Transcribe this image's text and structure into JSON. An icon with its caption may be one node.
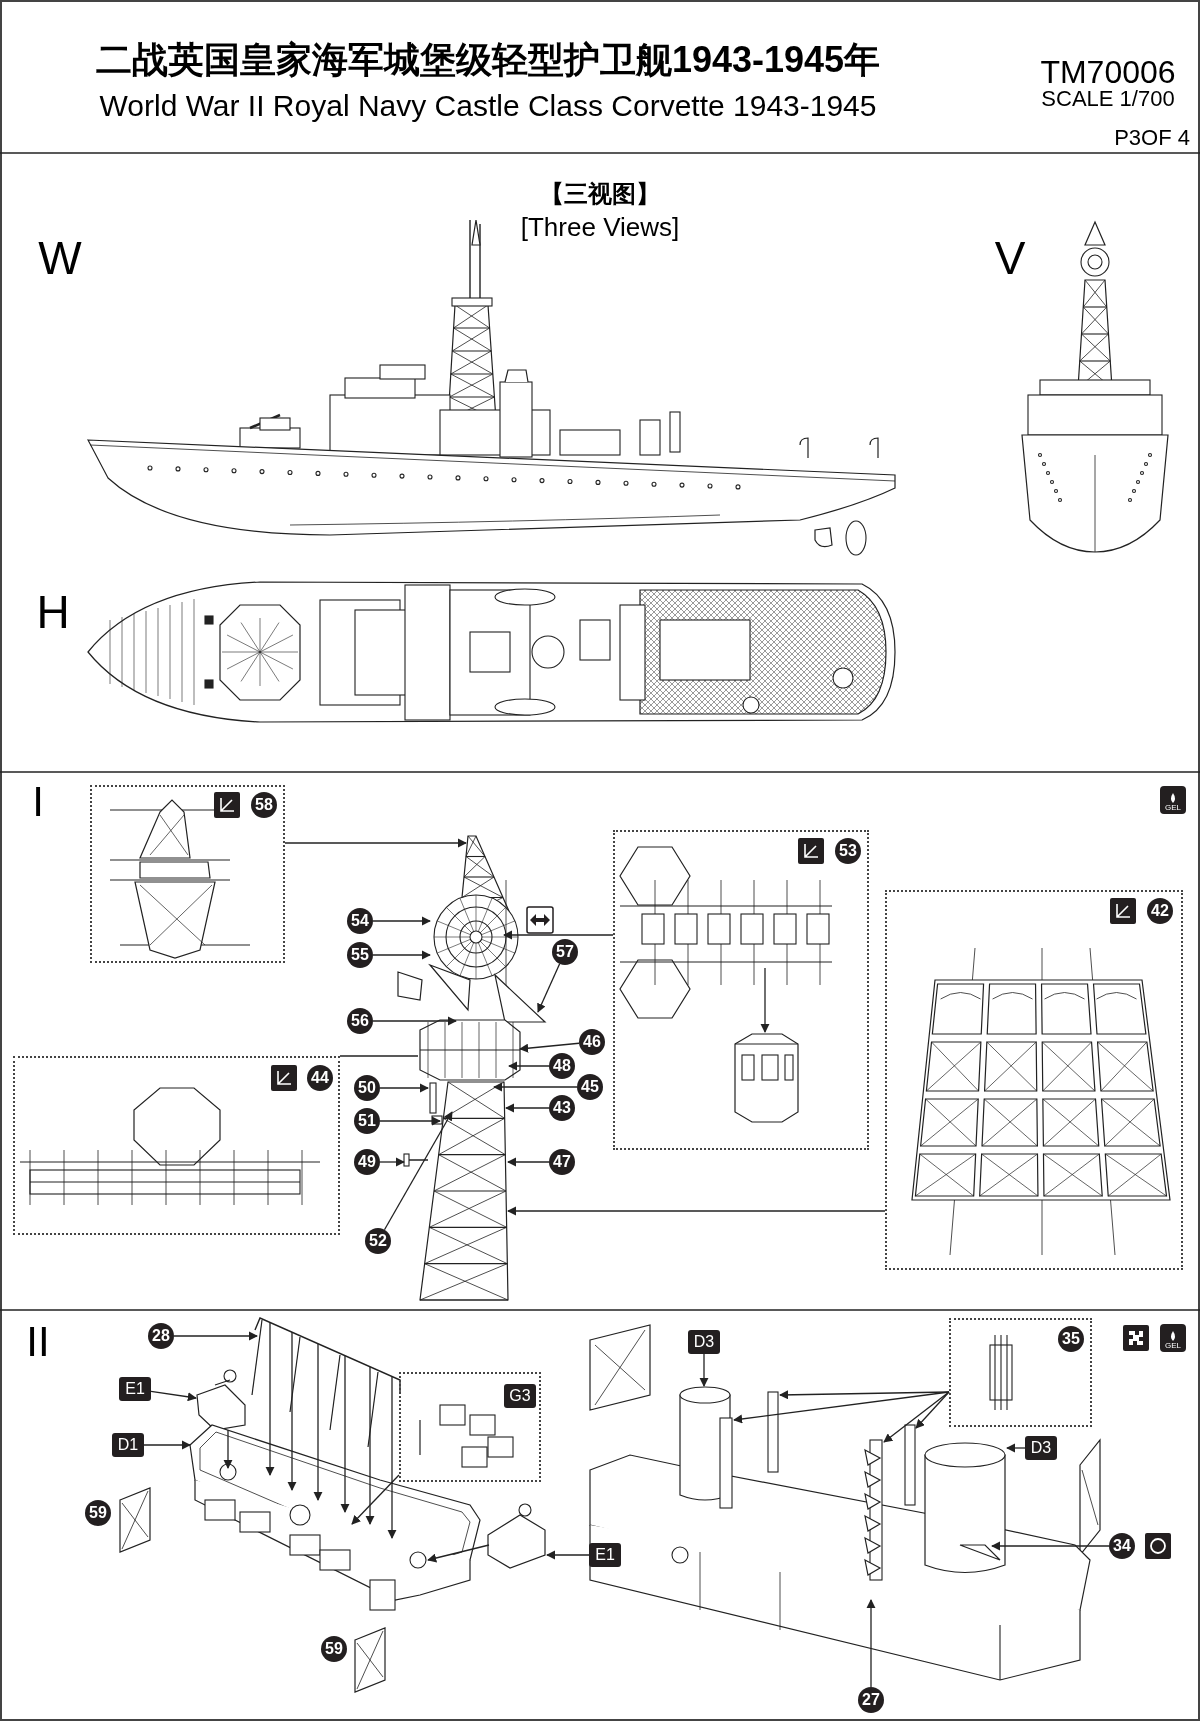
{
  "diagram": {
    "title": "二战英国皇家海军城堡级轻型护卫舰1943-1945年",
    "nodes": [
      {
        "text": [
          "58"
        ]
      },
      {
        "text": [
          "54"
        ]
      },
      {
        "text": [
          "55"
        ]
      },
      {
        "text": [],
        "shape": "box"
      },
      {
        "text": [],
        "shape": "picture",
        "in": 3
      },
      {
        "text": [],
        "shape": "picture",
        "in": 3
      },
      {
        "text": [
          "57"
        ]
      },
      {
        "text": [
          "42"
        ]
      },
      {
        "text": [
          "56"
        ]
      },
      {
        "text": [
          "46"
        ]
      },
      {
        "text": [
          "44"
        ]
      },
      {
        "text": [
          "48"
        ]
      },
      {
        "text": [
          "50"
        ]
      },
      {
        "text": [
          "45"
        ]
      },
      {
        "text": [
          "51"
        ]
      },
      {
        "text": [
          "43"
        ]
      },
      {
        "text": [
          "49"
        ]
      },
      {
        "text": [
          "47"
        ]
      },
      {
        "text": [
          "52"
        ]
      },
      {
        "text": [],
        "shape": "picture"
      },
      {
        "text": [
          "28"
        ]
      },
      {
        "text": [],
        "shape": "picture"
      },
      {
        "text": [
          "E1"
        ]
      },
      {
        "text": [],
        "shape": "picture"
      },
      {
        "text": [
          "G3"
        ]
      },
      {
        "text": [
          "D3"
        ]
      },
      {
        "text": [
          "35"
        ]
      },
      {
        "text": [
          "D1"
        ]
      },
      {
        "text": [],
        "shape": "picture"
      },
      {
        "text": [
          "D3"
        ]
      },
      {
        "text": [
          "59"
        ]
      },
      {
        "text": [
          "E1"
        ]
      },
      {
        "text": [],
        "shape": "picture"
      },
      {
        "text": [
          "34"
        ]
      },
      {
        "text": [
          "59"
        ]
      },
      {
        "text": [
          "27"
        ]
      },
      {
        "text": [],
        "shape": "picture"
      },
      {
        "text": [
          "53"
        ],
        "in": 3
      }
    ],
    "edges": [
      {
        "from": 0,
        "to": 19,
        "arrow": "to"
      },
      {
        "from": 1,
        "to": 19,
        "arrow": "to"
      },
      {
        "from": 2,
        "to": 19,
        "arrow": "to"
      },
      {
        "from": 3,
        "to": 19,
        "arrow": "to"
      },
      {
        "from": 4,
        "to": 5,
        "arrow": "to"
      },
      {
        "from": 6,
        "to": 19,
        "arrow": "to"
      },
      {
        "from": 7,
        "to": 19,
        "arrow": "to"
      },
      {
        "from": 8,
        "to": 19,
        "arrow": "to"
      },
      {
        "from": 9,
        "to": 19,
        "arrow": "to"
      },
      {
        "from": 10,
        "to": 19,
        "arrow": "none"
      },
      {
        "from": 11,
        "to": 19,
        "arrow": "to"
      },
      {
        "from": 12,
        "to": 19,
        "arrow": "to"
      },
      {
        "from": 13,
        "to": 19,
        "arrow": "to"
      },
      {
        "from": 14,
        "to": 19,
        "arrow": "to"
      },
      {
        "from": 15,
        "to": 19,
        "arrow": "to"
      },
      {
        "from": 16,
        "to": 19,
        "arrow": "to"
      },
      {
        "from": 17,
        "to": 19,
        "arrow": "to"
      },
      {
        "from": 18,
        "to": 19,
        "arrow": "to"
      },
      {
        "from": 20,
        "to": 21,
        "arrow": "to"
      },
      {
        "from": 22,
        "to": 23,
        "arrow": "to"
      },
      {
        "from": 23,
        "to": 28,
        "arrow": "to"
      },
      {
        "from": 21,
        "to": 28,
        "arrow": "to"
      },
      {
        "from": 21,
        "to": 28,
        "arrow": "to"
      },
      {
        "from": 21,
        "to": 28,
        "arrow": "to"
      },
      {
        "from": 21,
        "to": 28,
        "arrow": "to"
      },
      {
        "from": 21,
        "to": 28,
        "arrow": "to"
      },
      {
        "from": 21,
        "to": 28,
        "arrow": "to"
      },
      {
        "from": 27,
        "to": 28,
        "arrow": "to"
      },
      {
        "from": 24,
        "to": 28,
        "arrow": "to"
      },
      {
        "from": 31,
        "to": 32,
        "arrow": "to"
      },
      {
        "from": 32,
        "to": 28,
        "arrow": "to"
      },
      {
        "from": 25,
        "to": 36,
        "arrow": "to"
      },
      {
        "from": 26,
        "to": 36,
        "arrow": "to"
      },
      {
        "from": 26,
        "to": 36,
        "arrow": "to"
      },
      {
        "from": 26,
        "to": 36,
        "arrow": "to"
      },
      {
        "from": 26,
        "to": 36,
        "arrow": "to"
      },
      {
        "from": 29,
        "to": 36,
        "arrow": "to"
      },
      {
        "from": 33,
        "to": 36,
        "arrow": "to"
      },
      {
        "from": 35,
        "to": 36,
        "arrow": "to"
      }
    ],
    "labels": [
      "World War II Royal Navy Castle Class Corvette 1943-1945",
      "TM70006",
      "SCALE 1/700",
      "P3OF 4",
      "【三视图】",
      "[Three Views]",
      "W",
      "V",
      "H",
      "I",
      "GEL",
      "II",
      "GEL"
    ]
  }
}
